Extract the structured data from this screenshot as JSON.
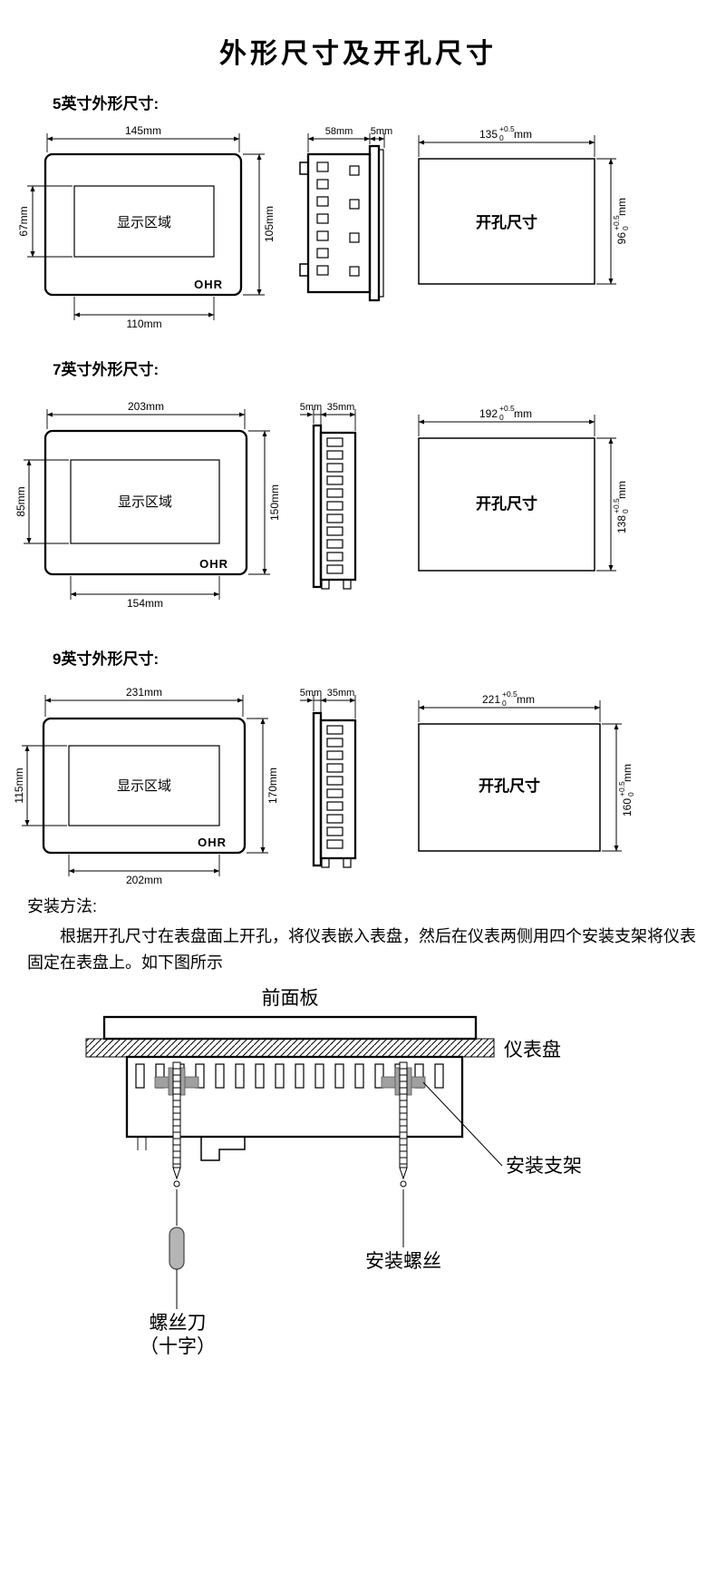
{
  "page": {
    "title": "外形尺寸及开孔尺寸"
  },
  "sections": [
    {
      "label": "5英寸外形尺寸:",
      "front": {
        "area": "显示区域",
        "brand": "OHR",
        "width_top": "145mm",
        "width_bottom": "110mm",
        "height_left": "67mm",
        "height_right": "105mm"
      },
      "side": {
        "depth": "58mm",
        "flange": "5mm"
      },
      "cutout": {
        "label": "开孔尺寸",
        "width": {
          "val": "135",
          "tol_top": "+0.5",
          "tol_low": "0",
          "unit": "mm"
        },
        "height": {
          "val": "96",
          "tol_top": "+0.5",
          "tol_low": "0",
          "unit": "mm"
        }
      }
    },
    {
      "label": "7英寸外形尺寸:",
      "front": {
        "area": "显示区域",
        "brand": "OHR",
        "width_top": "203mm",
        "width_bottom": "154mm",
        "height_left": "85mm",
        "height_right": "150mm"
      },
      "side": {
        "flange": "5mm",
        "depth": "35mm"
      },
      "cutout": {
        "label": "开孔尺寸",
        "width": {
          "val": "192",
          "tol_top": "+0.5",
          "tol_low": "0",
          "unit": "mm"
        },
        "height": {
          "val": "138",
          "tol_top": "+0.5",
          "tol_low": "0",
          "unit": "mm"
        }
      }
    },
    {
      "label": "9英寸外形尺寸:",
      "front": {
        "area": "显示区域",
        "brand": "OHR",
        "width_top": "231mm",
        "width_bottom": "202mm",
        "height_left": "115mm",
        "height_right": "170mm"
      },
      "side": {
        "flange": "5mm",
        "depth": "35mm"
      },
      "cutout": {
        "label": "开孔尺寸",
        "width": {
          "val": "221",
          "tol_top": "+0.5",
          "tol_low": "0",
          "unit": "mm"
        },
        "height": {
          "val": "160",
          "tol_top": "+0.5",
          "tol_low": "0",
          "unit": "mm"
        }
      }
    }
  ],
  "install": {
    "heading": "安装方法:",
    "body": "根据开孔尺寸在表盘面上开孔，将仪表嵌入表盘，然后在仪表两侧用四个安装支架将仪表固定在表盘上。如下图所示"
  },
  "mount": {
    "front_panel": "前面板",
    "panel": "仪表盘",
    "bracket": "安装支架",
    "screw": "安装螺丝",
    "driver1": "螺丝刀",
    "driver2": "（十字）"
  }
}
